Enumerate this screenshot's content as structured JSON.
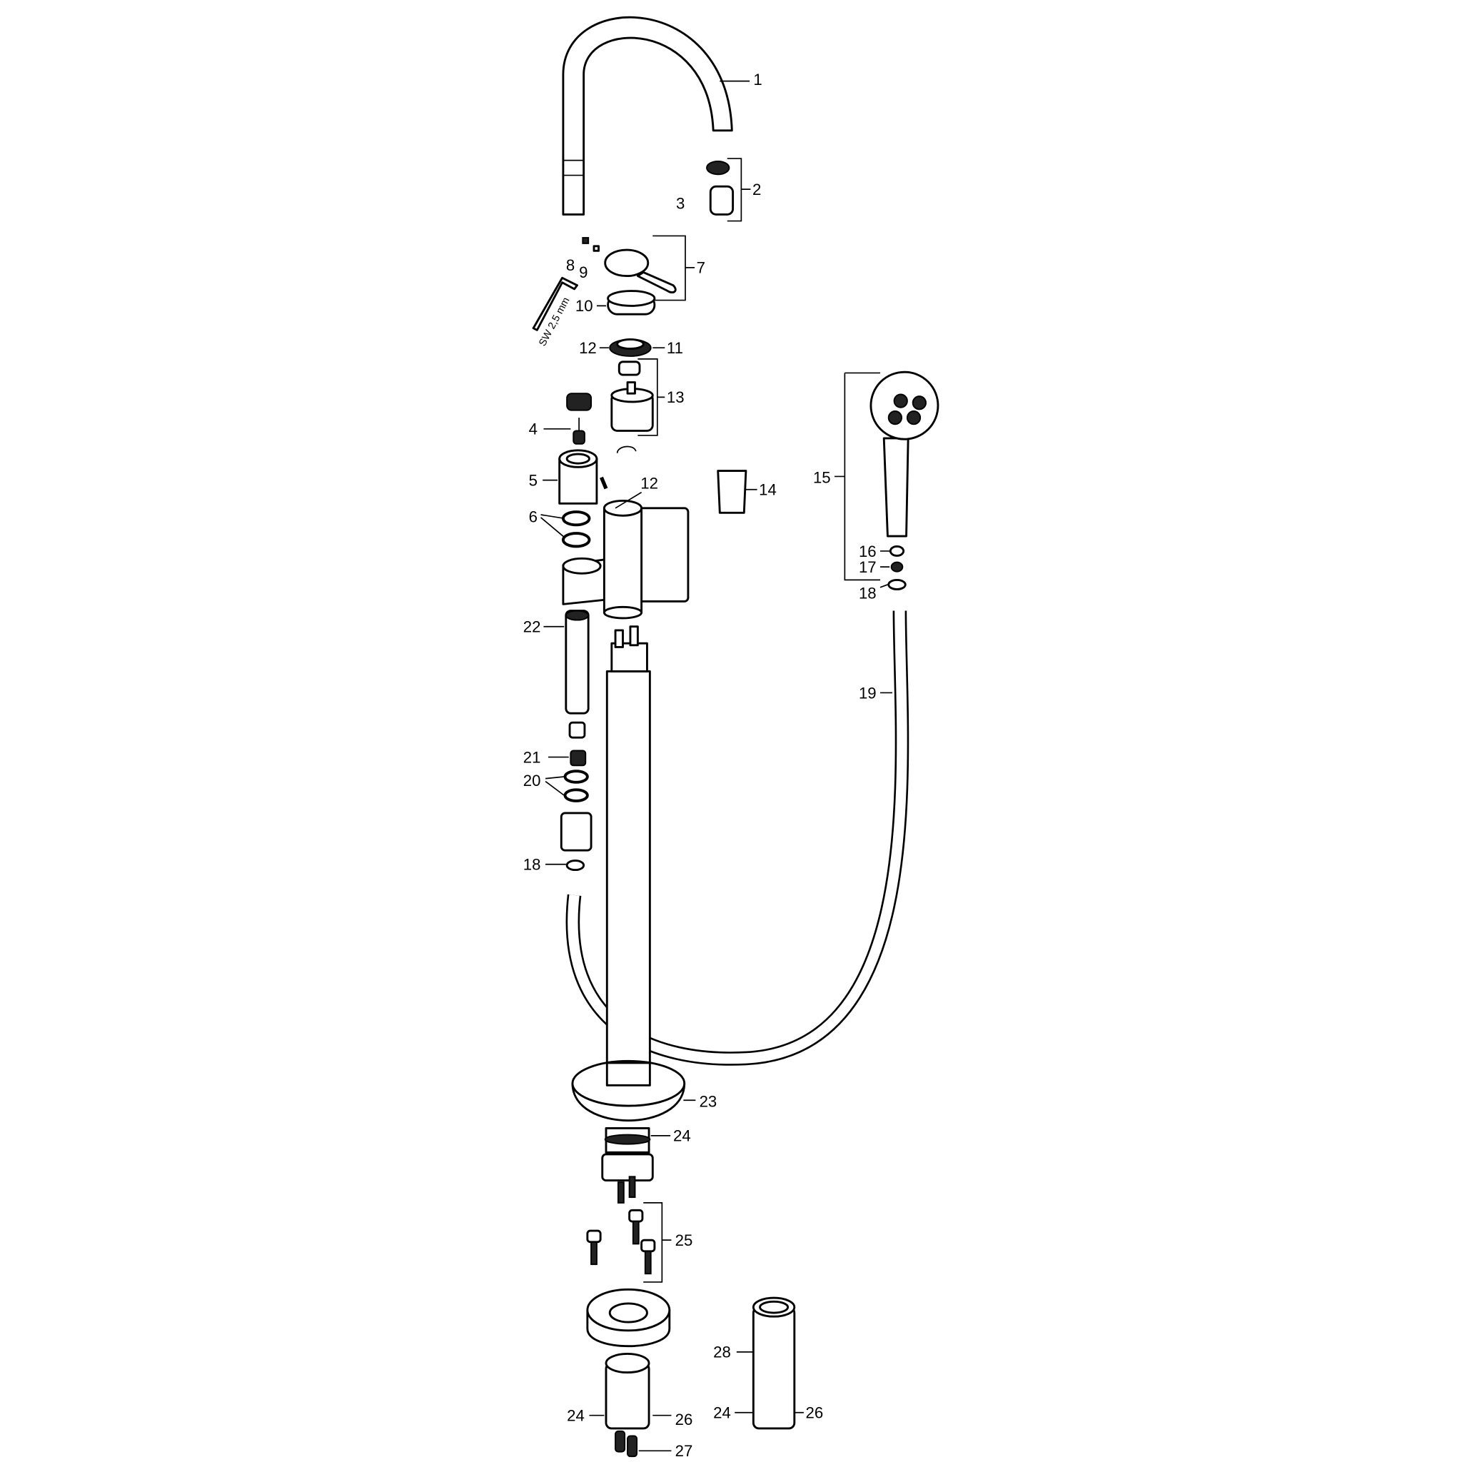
{
  "diagram": {
    "tool_label": "SW 2,5 mm",
    "callouts": [
      "1",
      "2",
      "3",
      "7",
      "8",
      "9",
      "10",
      "12",
      "11",
      "13",
      "4",
      "5",
      "6",
      "12",
      "14",
      "15",
      "16",
      "17",
      "18",
      "22",
      "19",
      "21",
      "20",
      "18",
      "23",
      "24",
      "25",
      "28",
      "24",
      "26",
      "24",
      "26",
      "27"
    ]
  }
}
